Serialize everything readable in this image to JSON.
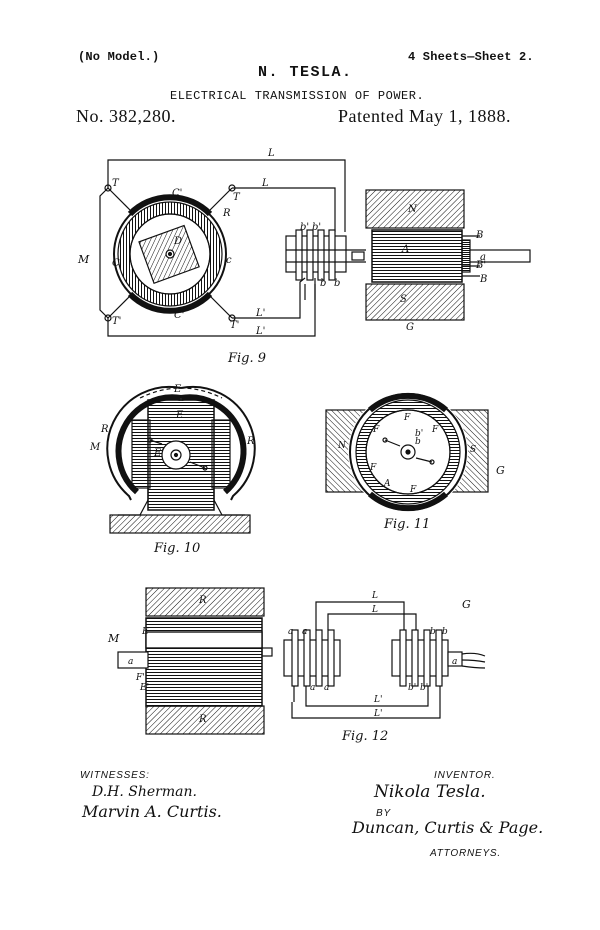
{
  "header": {
    "model": "(No Model.)",
    "sheets": "4 Sheets—Sheet 2.",
    "inventor_name": "N. TESLA.",
    "title": "ELECTRICAL TRANSMISSION OF POWER.",
    "patent_no": "No. 382,280.",
    "patent_date": "Patented May 1, 1888."
  },
  "figures": {
    "fig9": "Fig. 9",
    "fig10": "Fig. 10",
    "fig11": "Fig. 11",
    "fig12": "Fig. 12"
  },
  "labels": {
    "L": "L",
    "L1": "L'",
    "T": "T",
    "T1": "T'",
    "C": "C",
    "C1": "C'",
    "R": "R",
    "D": "D",
    "M": "M",
    "N": "N",
    "S": "S",
    "A": "A",
    "B": "B",
    "B1": "B'",
    "a": "a",
    "b": "b",
    "b1": "b'",
    "G": "G",
    "E": "E",
    "E1": "E'",
    "F": "F",
    "F1": "F'",
    "c": "c"
  },
  "footer": {
    "witnesses_label": "WITNESSES:",
    "witness1": "D.H. Sherman.",
    "witness2": "Marvin A. Curtis.",
    "inventor_label": "INVENTOR.",
    "inventor_sig": "Nikola Tesla.",
    "by": "BY",
    "attorneys_sig": "Duncan, Curtis & Page.",
    "attorneys_label": "ATTORNEYS."
  }
}
